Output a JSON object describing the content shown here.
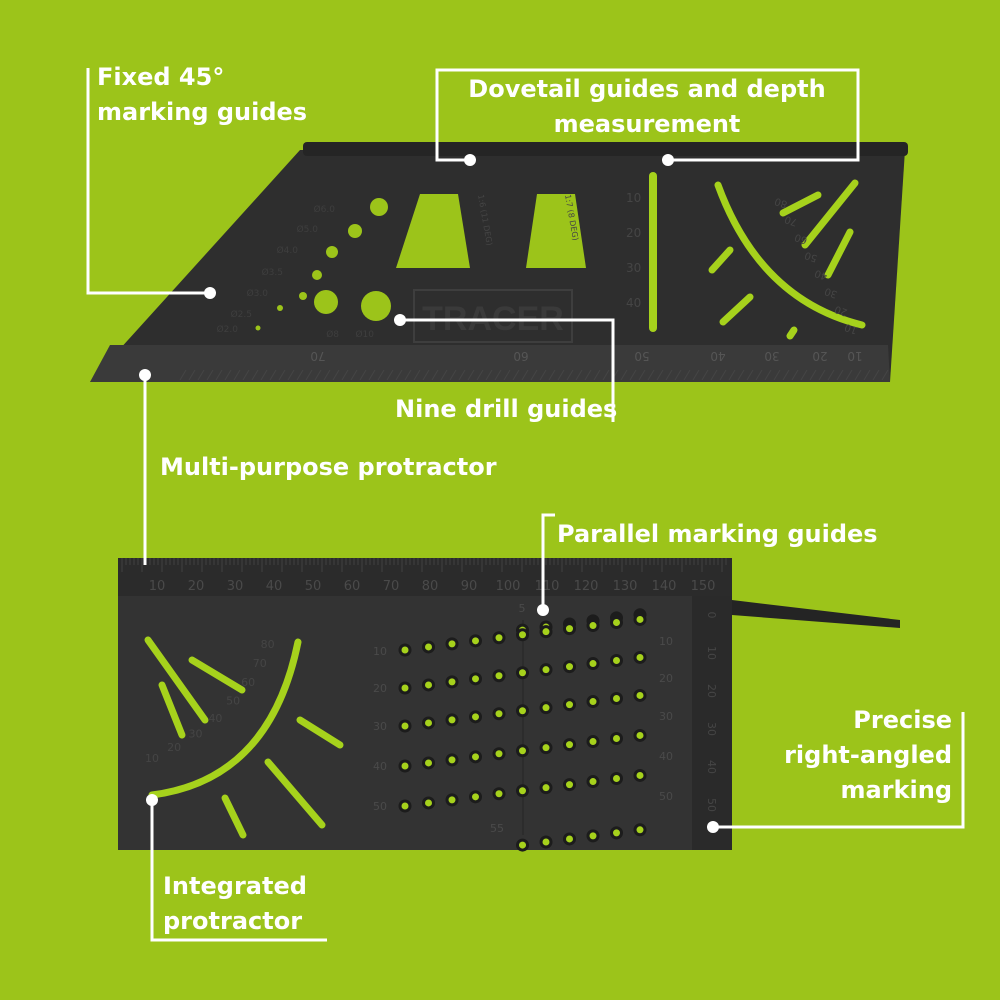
{
  "colors": {
    "background": "#9cc41a",
    "tool": "#2e2e2e",
    "accent": "#a6d21c",
    "callout": "#ffffff"
  },
  "callouts": {
    "fixed45": [
      "Fixed 45°",
      "marking guides"
    ],
    "dovetail": [
      "Dovetail guides and depth",
      "measurement"
    ],
    "drill": [
      "Nine drill guides"
    ],
    "multi": [
      "Multi-purpose protractor"
    ],
    "parallel": [
      "Parallel marking guides"
    ],
    "right_angle": [
      "Precise",
      "right-angled",
      "marking"
    ],
    "integrated": [
      "Integrated",
      "protractor"
    ]
  },
  "top_tool": {
    "brand": "TRACER",
    "drill_sizes": [
      "Ø6.0",
      "Ø5.0",
      "Ø4.0",
      "Ø3.5",
      "Ø3.0",
      "Ø2.5",
      "Ø2.0",
      "Ø8",
      "Ø10"
    ],
    "dovetail_labels": [
      "1:6 (11 DEG)",
      "1:7 (8 DEG)"
    ],
    "depth_scale": [
      "10",
      "20",
      "30",
      "40"
    ],
    "ruler": [
      "70",
      "60",
      "50",
      "40",
      "30",
      "20",
      "10"
    ],
    "protractor": [
      "10",
      "20",
      "30",
      "40",
      "50",
      "60",
      "70",
      "80"
    ]
  },
  "bottom_tool": {
    "ruler": [
      "10",
      "20",
      "30",
      "40",
      "50",
      "60",
      "70",
      "80",
      "90",
      "100",
      "110",
      "120",
      "130",
      "140",
      "150"
    ],
    "row_labels": [
      "5",
      "10",
      "20",
      "30",
      "40",
      "50",
      "55"
    ],
    "side_scale": [
      "0",
      "10",
      "20",
      "30",
      "40",
      "50"
    ],
    "protractor": [
      "10",
      "20",
      "30",
      "40",
      "50",
      "60",
      "70",
      "80"
    ]
  }
}
